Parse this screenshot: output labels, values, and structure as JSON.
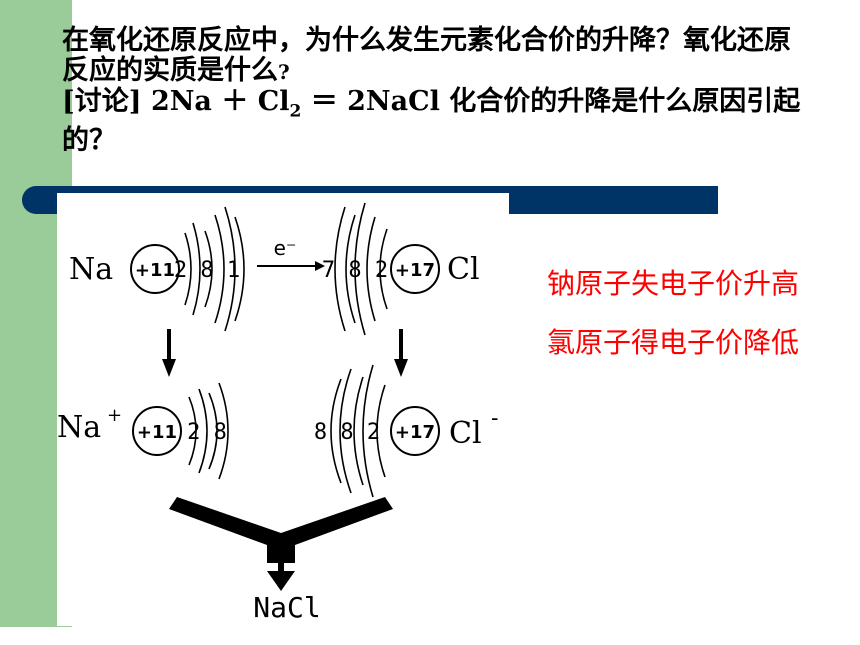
{
  "question": {
    "line1": "在氧化还原反应中，为什么发生元素化合价的升降？氧化还原反应的实质是什么",
    "line1_end": "?",
    "discussion_label": "[讨论]",
    "equation_a": "2Na ＋ Cl",
    "equation_sub": "2",
    "equation_b": " ＝ 2NaCl",
    "line3_tail": " 化合价的升降是什么原因引起的？"
  },
  "diagram": {
    "na_symbol": "Na",
    "na_nucleus": "+11",
    "na_shells": "2 8 1",
    "electron_label": "e⁻",
    "cl_shells": "7 8 2",
    "cl_nucleus": "+17",
    "cl_symbol": "Cl",
    "na_ion_symbol": "Na",
    "na_ion_charge": "+",
    "na_ion_nucleus": "+11",
    "na_ion_shells": "2 8",
    "cl_ion_shells": "8 8 2",
    "cl_ion_nucleus": "+17",
    "cl_ion_symbol": "Cl",
    "cl_ion_charge": "-",
    "product": "NaCl"
  },
  "notes": {
    "na": "钠原子失电子价升高",
    "cl": "氯原子得电子价降低"
  },
  "colors": {
    "green_bar": "#99cc99",
    "navy_bar": "#003366",
    "note_text": "#ff0000"
  }
}
